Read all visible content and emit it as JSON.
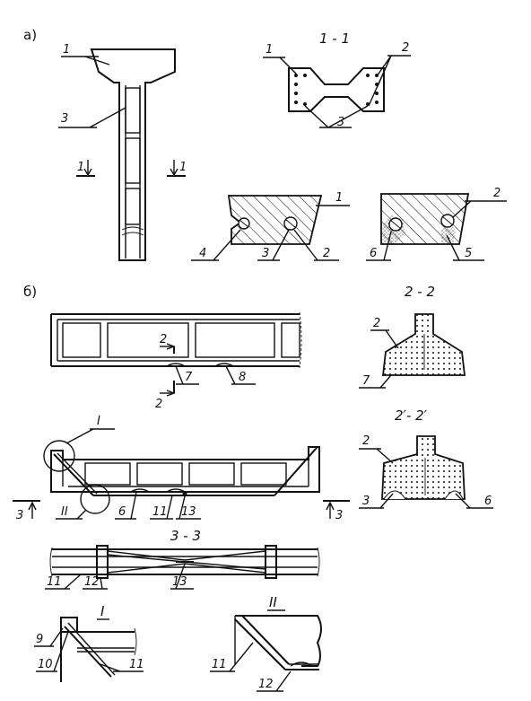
{
  "parts": {
    "a": "а)",
    "b": "б)"
  },
  "sections": {
    "s11": "1 - 1",
    "s22": "2 - 2",
    "s22p": "2′- 2′",
    "s33": "3 - 3",
    "detI": "I",
    "detII": "II"
  },
  "cut_marks": {
    "c1_left": "1",
    "c1_right": "1",
    "c2_top": "2",
    "c2_bottom": "2",
    "c3_left": "3",
    "c3_right": "3"
  },
  "callouts": {
    "a_col_1": "1",
    "a_col_3": "3",
    "s11_1": "1",
    "s11_2": "2",
    "s11_3": "3",
    "chordA_1": "1",
    "chordA_4": "4",
    "chordA_3": "3",
    "chordA_2": "2",
    "chordB_2": "2",
    "chordB_6": "6",
    "chordB_5": "5",
    "truss1_2": "2",
    "truss1_7": "7",
    "truss1_8": "8",
    "s22_2": "2",
    "s22_7": "7",
    "s22p_2": "2",
    "s22p_3": "3",
    "s22p_6": "6",
    "truss2_I": "I",
    "truss2_II": "II",
    "truss2_6": "6",
    "truss2_11": "11",
    "truss2_13": "13",
    "s33_11": "11",
    "s33_12": "12",
    "s33_13": "13",
    "detI_9": "9",
    "detI_10": "10",
    "detI_11": "11",
    "detII_11": "11",
    "detII_12": "12"
  }
}
